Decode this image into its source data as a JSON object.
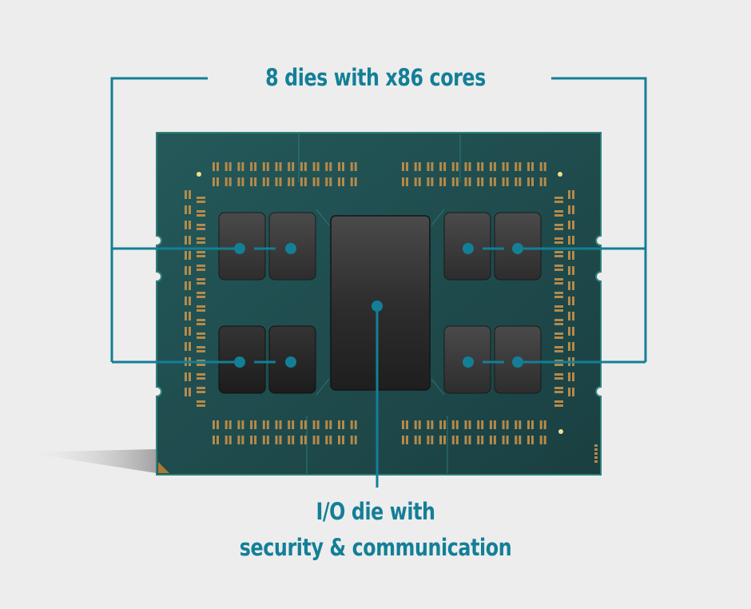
{
  "labels": {
    "top": "8 dies with x86 cores",
    "bottom_line1": "I/O die with",
    "bottom_line2": "security & communication"
  },
  "components": {
    "package": "processor-package",
    "core_dies": [
      {
        "id": "ccd-1",
        "group": "top-left",
        "position": "outer"
      },
      {
        "id": "ccd-2",
        "group": "top-left",
        "position": "inner"
      },
      {
        "id": "ccd-3",
        "group": "bottom-left",
        "position": "outer"
      },
      {
        "id": "ccd-4",
        "group": "bottom-left",
        "position": "inner"
      },
      {
        "id": "ccd-5",
        "group": "top-right",
        "position": "inner"
      },
      {
        "id": "ccd-6",
        "group": "top-right",
        "position": "outer"
      },
      {
        "id": "ccd-7",
        "group": "bottom-right",
        "position": "inner"
      },
      {
        "id": "ccd-8",
        "group": "bottom-right",
        "position": "outer"
      }
    ],
    "io_die": "central-io-die"
  },
  "colors": {
    "accent": "#137f97",
    "background": "#ededed",
    "substrate": "#1f4a4b",
    "die": "#3a3a3a",
    "pads": "#b58a4a"
  }
}
